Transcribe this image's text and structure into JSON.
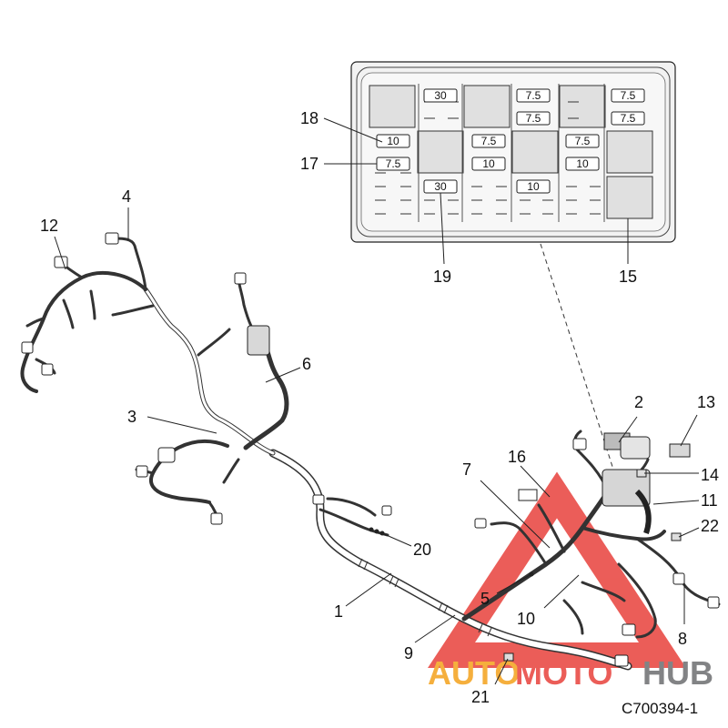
{
  "callouts": {
    "c1": "1",
    "c2": "2",
    "c3": "3",
    "c4": "4",
    "c5": "5",
    "c6": "6",
    "c7": "7",
    "c8": "8",
    "c9": "9",
    "c10": "10",
    "c11": "11",
    "c12": "12",
    "c13": "13",
    "c14": "14",
    "c15": "15",
    "c16": "16",
    "c17": "17",
    "c18": "18",
    "c19": "19",
    "c20": "20",
    "c21": "21",
    "c22": "22"
  },
  "fuse_ratings": {
    "f30a": "30",
    "f75a": "7.5",
    "f75b": "7.5",
    "f75c": "7.5",
    "f75d": "7.5",
    "f10a": "10",
    "f75e": "7.5",
    "f10b": "10",
    "f75f": "7.5",
    "f10c": "10",
    "f75g": "7.5",
    "f30b": "30",
    "f10d": "10"
  },
  "watermark": {
    "part1": "AUTO",
    "part2": "MOTO",
    "part3": "HUB"
  },
  "drawing_code": "C700394-1",
  "colors": {
    "watermark_orange": "#f4a21c",
    "watermark_red": "#e8413c",
    "watermark_gray": "#6d6e70"
  }
}
